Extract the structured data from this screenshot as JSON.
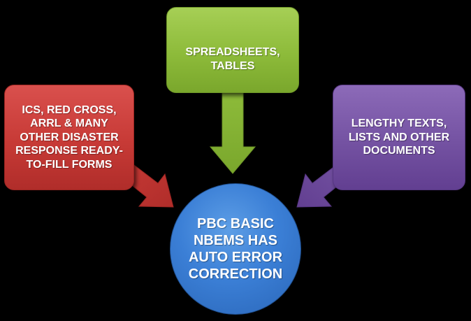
{
  "nodes": {
    "top": {
      "label": "SPREADSHEETS,\nTABLES",
      "color": "#8dbb3a"
    },
    "left": {
      "label": "ICS, RED CROSS,\nARRL & MANY\nOTHER DISASTER\nRESPONSE READY-\nTO-FILL FORMS",
      "color": "#c73a36"
    },
    "right": {
      "label": "LENGTHY TEXTS,\nLISTS AND OTHER\nDOCUMENTS",
      "color": "#7452a2"
    },
    "center": {
      "label": "PBC BASIC\nNBEMS HAS\nAUTO ERROR\nCORRECTION",
      "color": "#3b7fd6"
    }
  },
  "background_color": "#000000",
  "edges": [
    {
      "from": "top",
      "to": "center"
    },
    {
      "from": "left",
      "to": "center"
    },
    {
      "from": "right",
      "to": "center"
    }
  ]
}
